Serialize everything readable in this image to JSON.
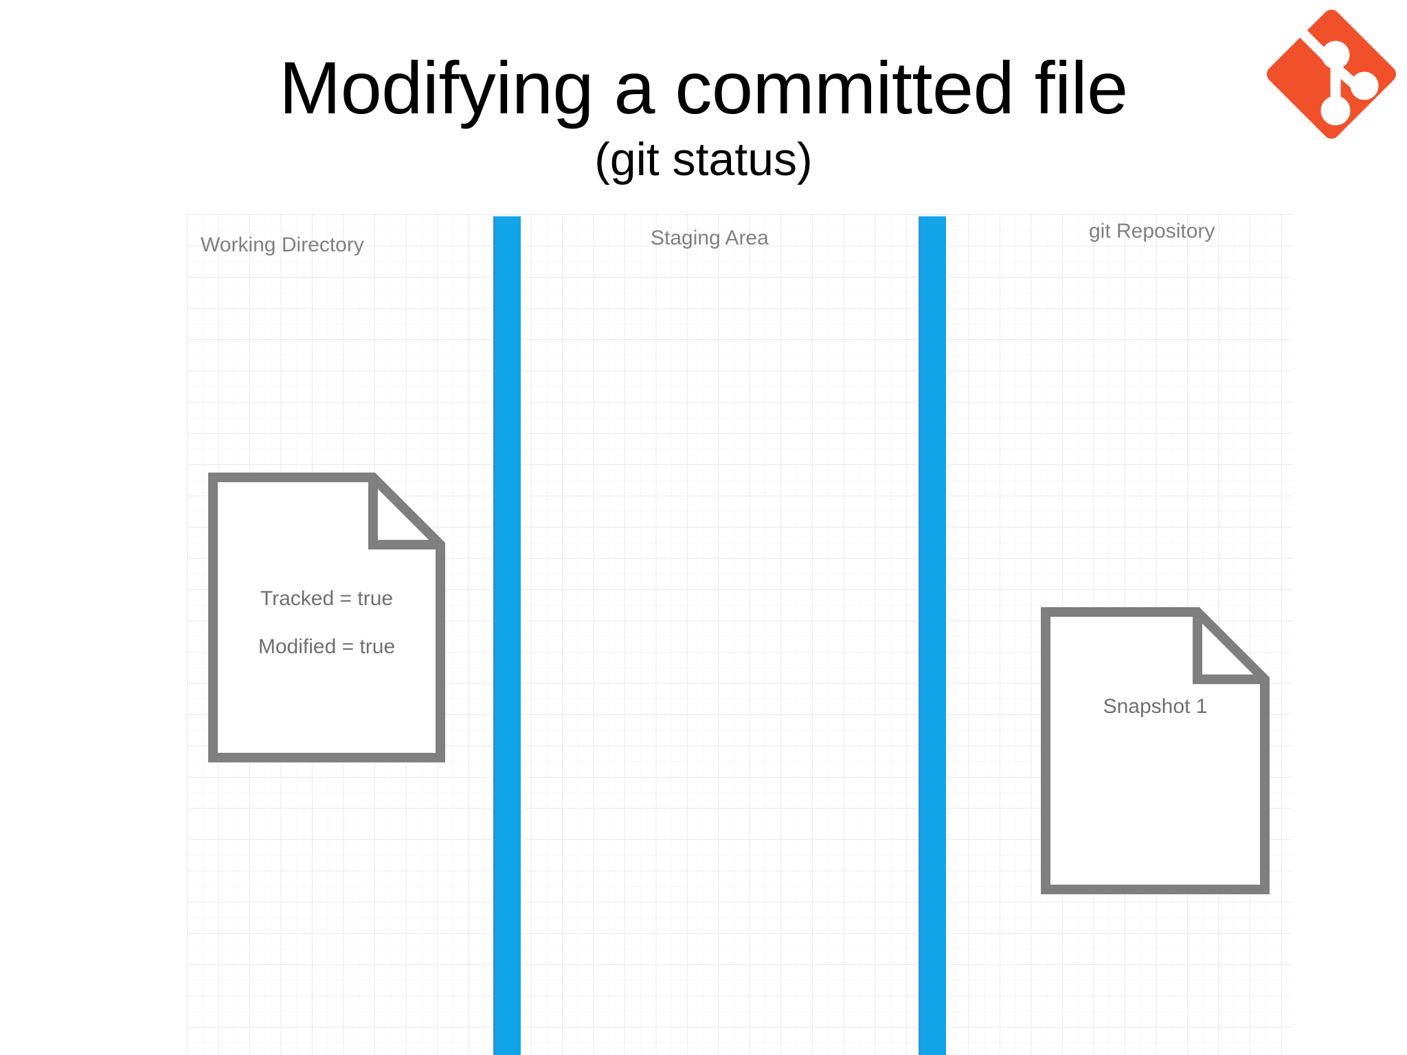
{
  "slide": {
    "title": "Modifying a committed file",
    "subtitle": "(git status)"
  },
  "logo": {
    "name": "git-logo",
    "alt": "git logo",
    "color": "#F0502A",
    "mark_color": "#FFFFFF"
  },
  "diagram": {
    "type": "git-workflow",
    "divider_color": "#12A4E8",
    "document_border_color": "#7F7F7F",
    "label_color": "#808080",
    "zones": [
      {
        "id": "working-directory",
        "label": "Working Directory"
      },
      {
        "id": "staging-area",
        "label": "Staging Area"
      },
      {
        "id": "git-repository",
        "label": "git Repository"
      }
    ],
    "documents": [
      {
        "id": "working-file",
        "zone": "working-directory",
        "lines": [
          "Tracked = true",
          "Modified = true"
        ]
      },
      {
        "id": "repository-snapshot",
        "zone": "git-repository",
        "lines": [
          "Snapshot 1"
        ]
      }
    ]
  }
}
